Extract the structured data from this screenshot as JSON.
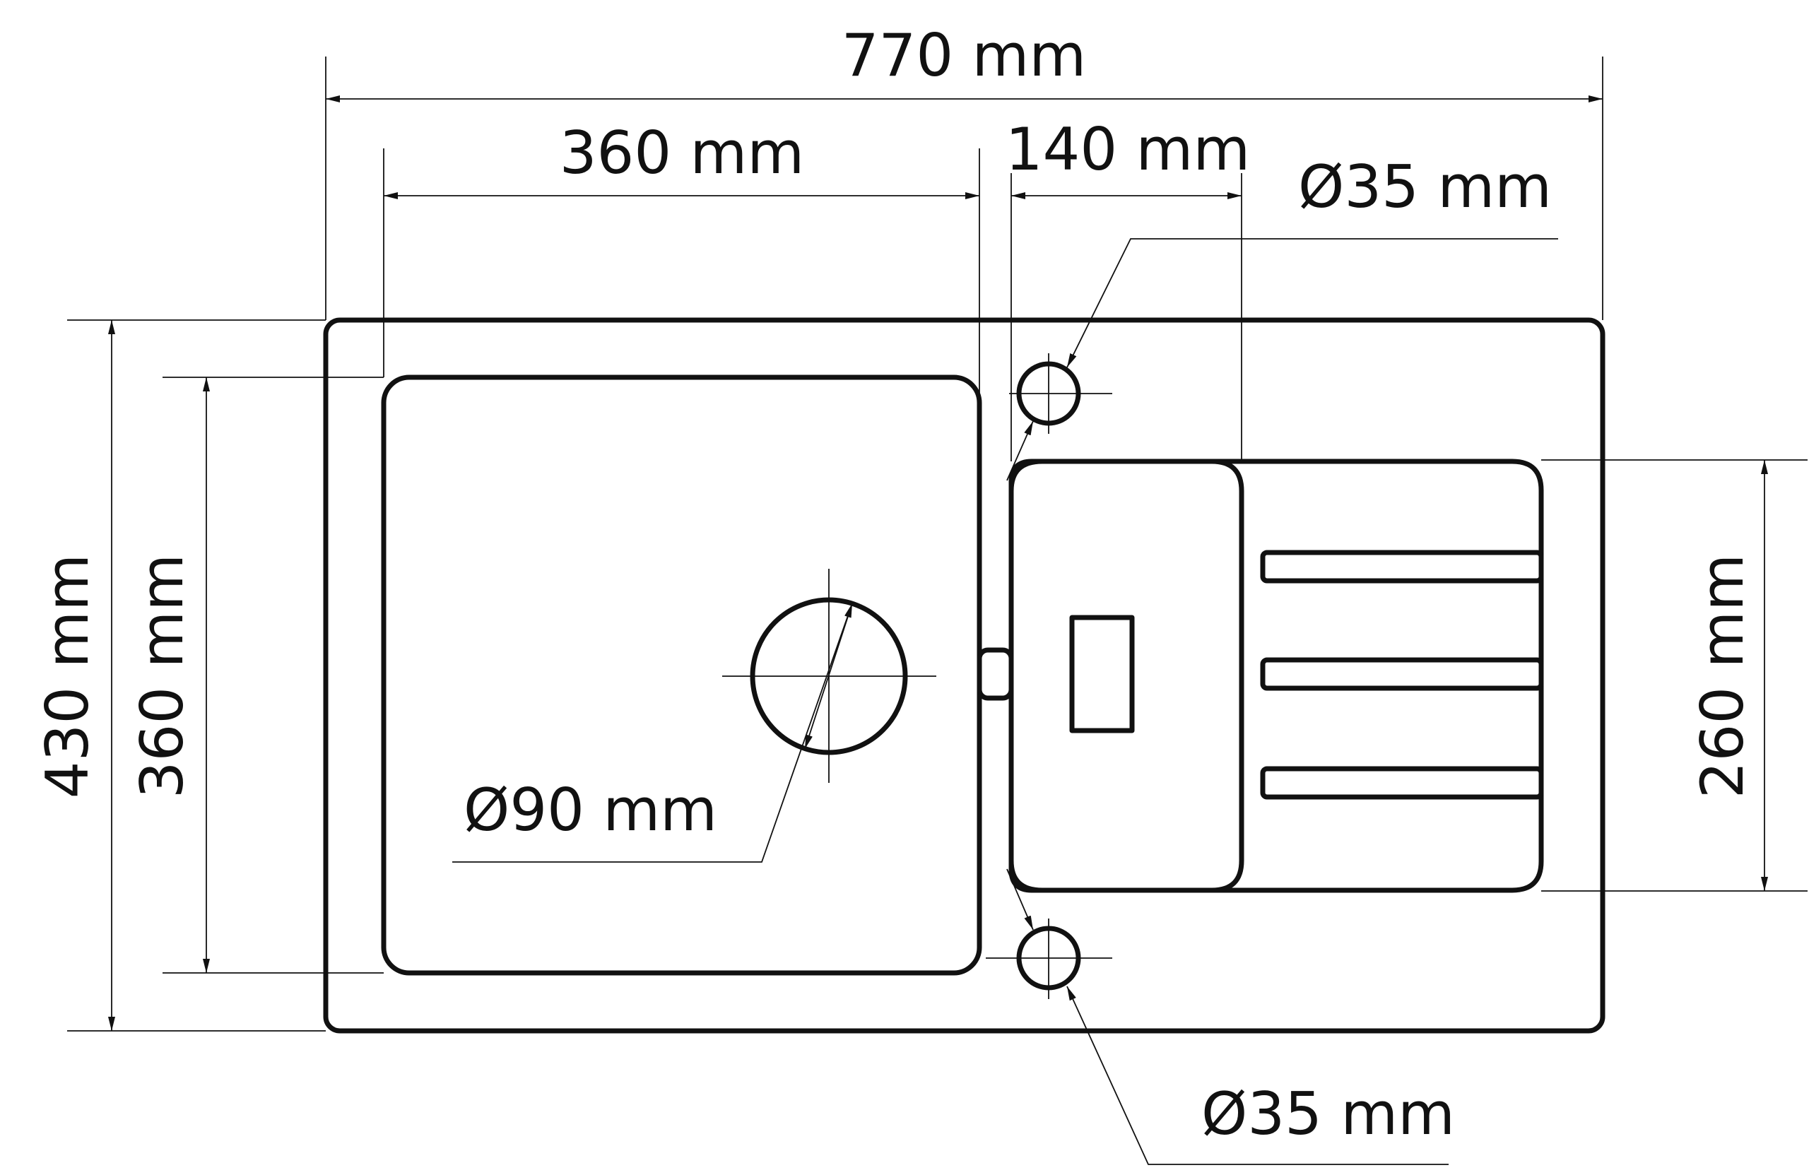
{
  "dimensions": {
    "overall_width": "770 mm",
    "bowl_width": "360 mm",
    "drainer_bowl_width": "140 mm",
    "tap_hole_top": "Ø35 mm",
    "tap_hole_bottom": "Ø35 mm",
    "drain_diameter": "Ø90 mm",
    "overall_depth": "430 mm",
    "bowl_depth": "360 mm",
    "drainer_depth": "260 mm"
  },
  "colors": {
    "line": "#111111",
    "background": "#ffffff"
  }
}
